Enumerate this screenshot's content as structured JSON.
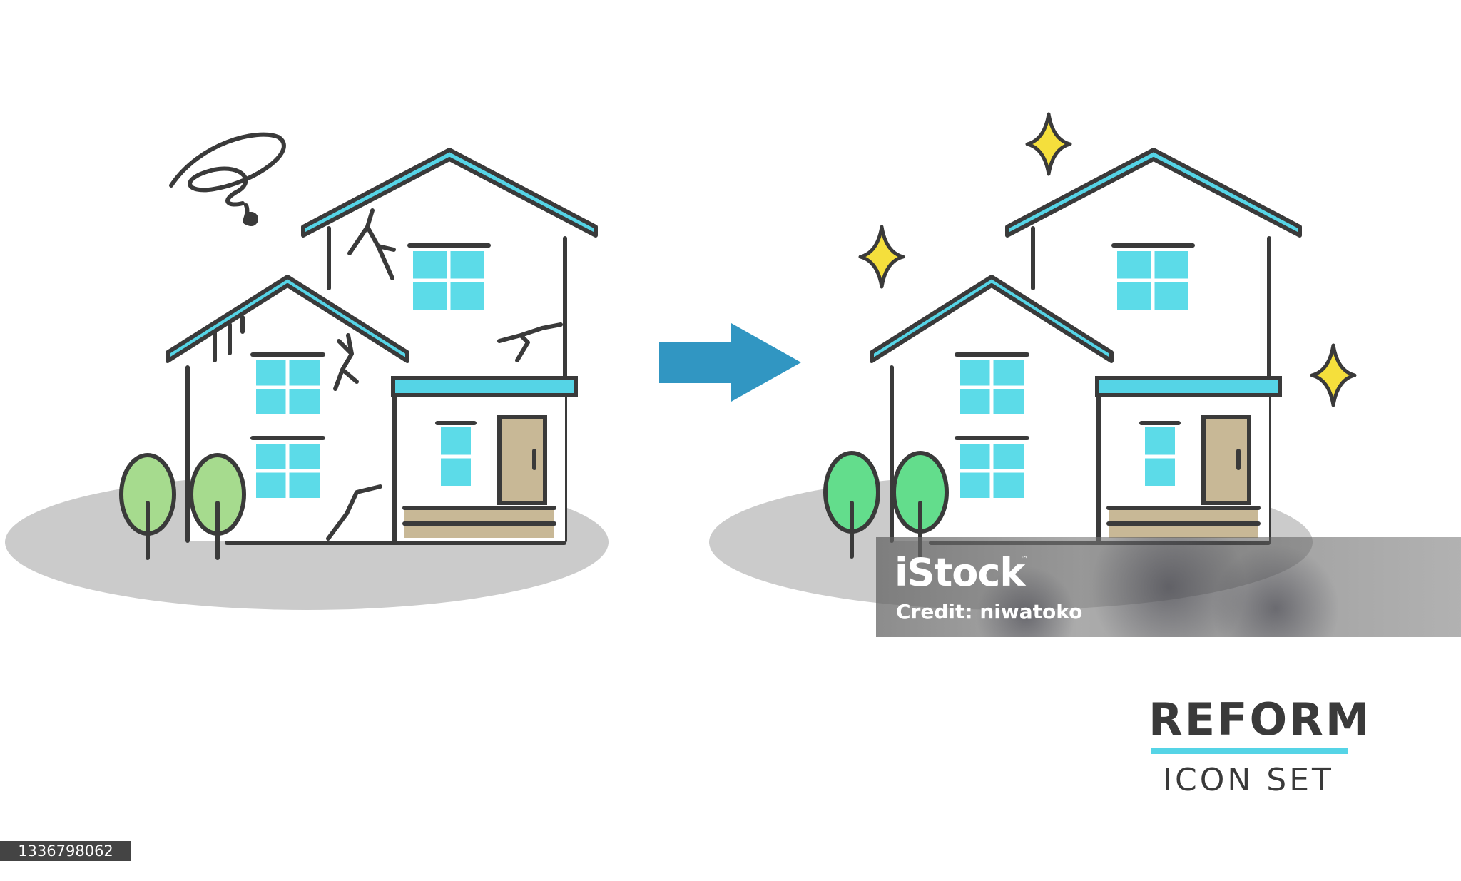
{
  "illustration": {
    "title": "REFORM",
    "subtitle": "ICON SET",
    "colors": {
      "outline": "#3a3a3a",
      "roof_trim": "#55d4e6",
      "window": "#5cdbe8",
      "door": "#c8b896",
      "steps": "#c8b896",
      "tree_before": "#a6db8e",
      "tree_after": "#63dd8c",
      "shadow": "#cbcbcb",
      "arrow": "#3196c2",
      "sparkle": "#f5df3c"
    }
  },
  "watermark": {
    "brand": "iStock",
    "trademark": "™",
    "credit": "Credit: niwatoko"
  },
  "image_id": "1336798062"
}
